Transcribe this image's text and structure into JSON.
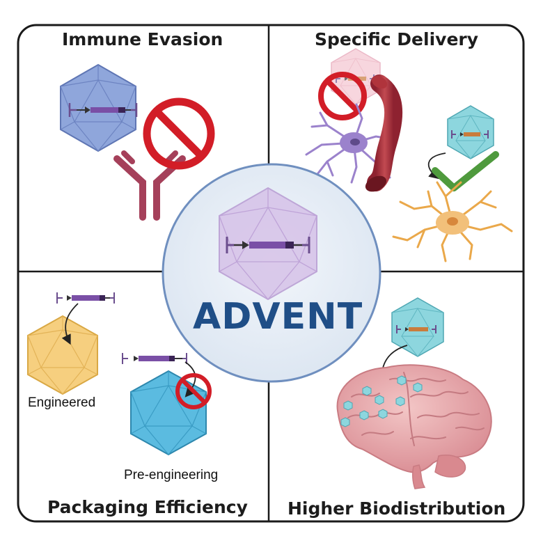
{
  "center": {
    "title": "ADVENT"
  },
  "quadrants": {
    "immune_evasion": {
      "title": "Immune Evasion"
    },
    "specific_delivery": {
      "title": "Specific Delivery"
    },
    "packaging_efficiency": {
      "title": "Packaging Efficiency",
      "engineered_label": "Engineered",
      "pre_engineering_label": "Pre-engineering"
    },
    "higher_biodistribution": {
      "title": "Higher Biodistribution"
    }
  },
  "colors": {
    "frame": "#1a1a1a",
    "capsid_blue": "#7b93cf",
    "capsid_lavender": "#c9b2df",
    "capsid_pink": "#f2b8c6",
    "capsid_teal": "#7fcfd8",
    "capsid_orange": "#f4c46a",
    "capsid_sky": "#52b3d9",
    "antibody": "#a5405a",
    "prohibit_red": "#d21d27",
    "check_green": "#4f9a3d",
    "neuron_purple": "#9b82cc",
    "neuron_orange": "#eaa84a",
    "vessel": "#b0343c",
    "brain": "#e3a5a8",
    "advent_blue": "#1f4e87"
  }
}
